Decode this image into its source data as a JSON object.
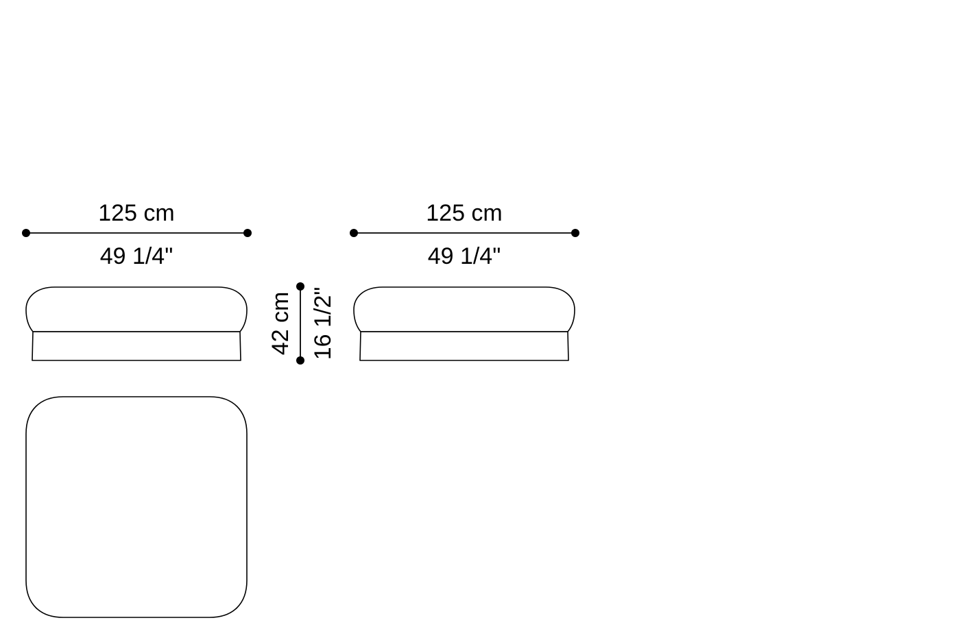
{
  "dimensions": {
    "front_width": {
      "metric": "125 cm",
      "imperial": "49 1/4\""
    },
    "side_width": {
      "metric": "125 cm",
      "imperial": "49 1/4\""
    },
    "height": {
      "metric": "42 cm",
      "imperial": "16 1/2\""
    }
  },
  "colors": {
    "ink": "#000000",
    "paper": "#ffffff"
  }
}
